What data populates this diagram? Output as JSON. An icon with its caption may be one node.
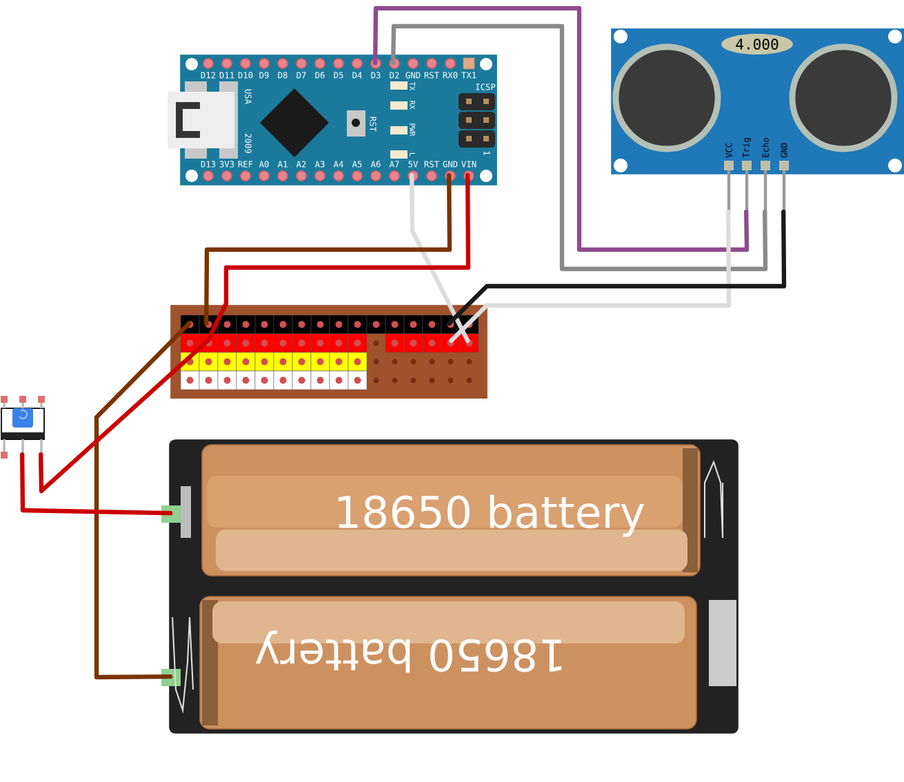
{
  "diagram": {
    "nodes": [
      {
        "text": [
          "D12",
          "D11",
          "D10",
          "D9",
          "D8",
          "D7",
          "D6",
          "D5",
          "D4",
          "D3",
          "D2",
          "GND",
          "RST",
          "RX0",
          "TX1",
          "D13",
          "3V3",
          "REF",
          "A0",
          "A1",
          "A2",
          "A3",
          "A4",
          "A5",
          "A6",
          "A7",
          "5V",
          "RST",
          "GND",
          "VIN",
          "TX",
          "RX",
          "PWR",
          "L",
          "RST",
          "USA",
          "2009",
          "ICSP",
          "1"
        ]
      },
      {
        "text": [
          "4.000",
          "VCC",
          "Trig",
          "Echo",
          "GND"
        ]
      },
      {
        "text": [],
        "shape": "box"
      },
      {
        "text": [],
        "shape": "box"
      },
      {
        "text": [],
        "shape": "box"
      },
      {
        "text": [
          "18650 battery"
        ],
        "in": 4
      },
      {
        "text": [
          "18650 battery"
        ],
        "in": 4
      }
    ],
    "edges": [
      {
        "from": 0,
        "to": 1,
        "arrow": "none",
        "color": "#8e4a8e"
      },
      {
        "from": 0,
        "to": 1,
        "arrow": "none",
        "color": "#8a8a8a"
      },
      {
        "from": 0,
        "to": 2,
        "arrow": "none",
        "color": "#dcdcdc"
      },
      {
        "from": 0,
        "to": 2,
        "arrow": "none",
        "color": "#7a3300"
      },
      {
        "from": 0,
        "to": 2,
        "arrow": "none",
        "color": "#cc0000"
      },
      {
        "from": 1,
        "to": 2,
        "arrow": "none",
        "color": "#dcdcdc"
      },
      {
        "from": 1,
        "to": 2,
        "arrow": "none",
        "color": "#1a1a1a"
      },
      {
        "from": 2,
        "to": 4,
        "arrow": "none",
        "color": "#7a3300"
      },
      {
        "from": 2,
        "to": 3,
        "arrow": "none",
        "color": "#cc0000"
      },
      {
        "from": 3,
        "to": 4,
        "arrow": "none",
        "color": "#cc0000"
      }
    ]
  }
}
